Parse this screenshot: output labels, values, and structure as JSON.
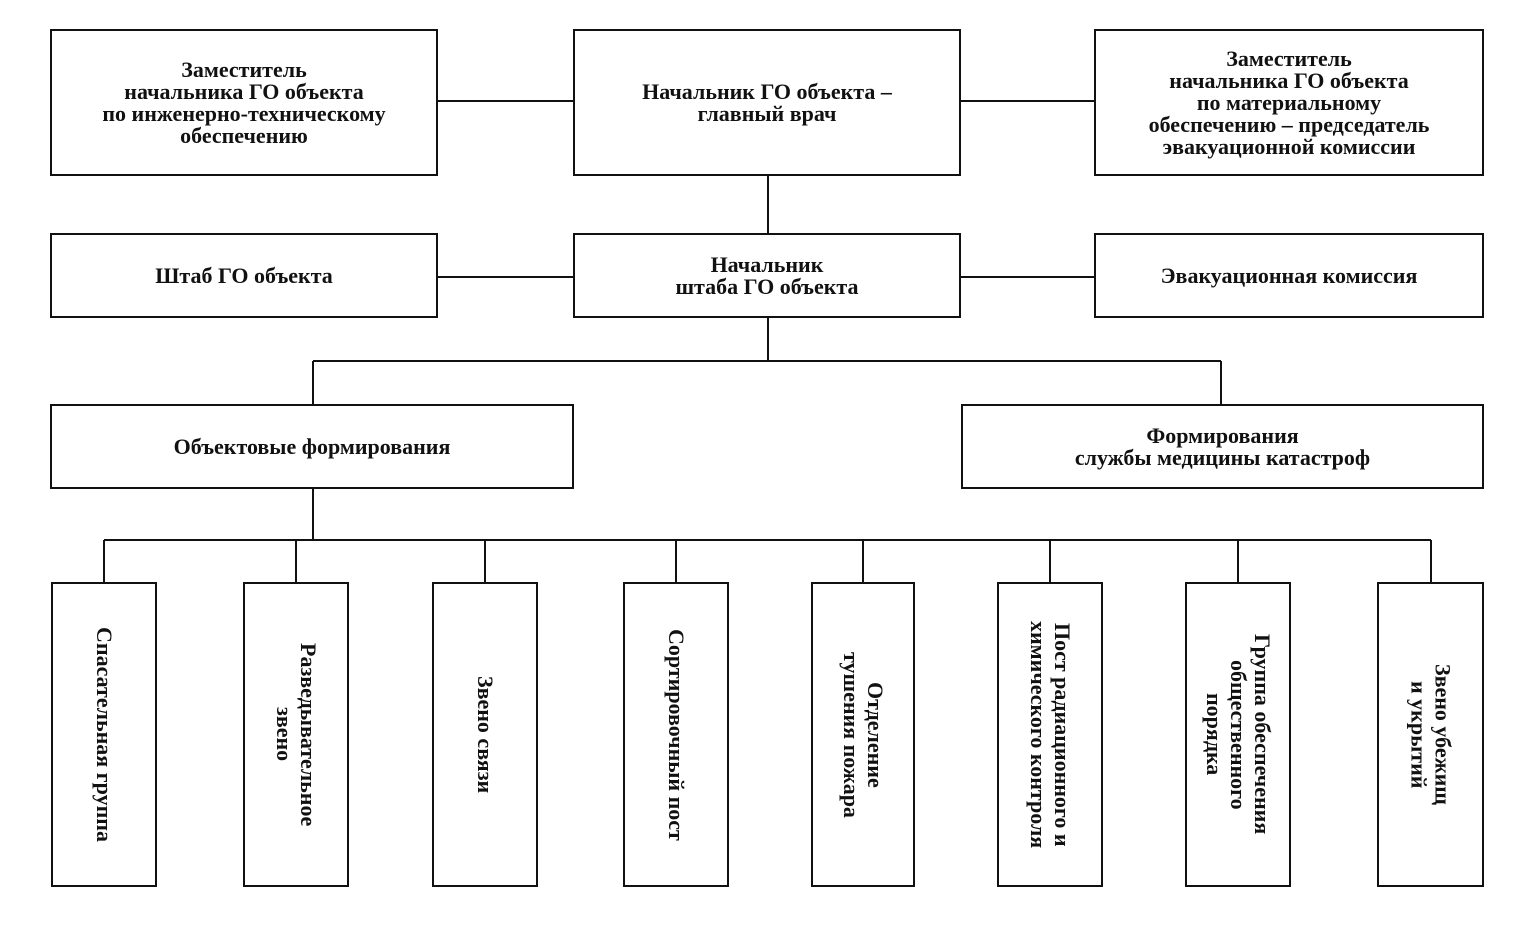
{
  "nodes": {
    "deputy_engineering": "Заместитель\nначальника ГО объекта\nпо инженерно-техническому\nобеспечению",
    "chief": "Начальник ГО объекта –\nглавный врач",
    "deputy_material": "Заместитель\nначальника ГО объекта\nпо материальному\nобеспечению – председатель\nэвакуационной комиссии",
    "hq": "Штаб ГО объекта",
    "chief_of_staff": "Начальник\nштаба ГО объекта",
    "evac_commission": "Эвакуационная комиссия",
    "object_formations": "Объектовые формирования",
    "medical_formations": "Формирования\nслужбы медицины катастроф",
    "units": [
      "Спасательная группа",
      "Разведывательное\nзвено",
      "Звено связи",
      "Сортировочный пост",
      "Отделение\nтушения пожара",
      "Пост радиационного и\nхимического контроля",
      "Группа обеспечения\nобщественного\nпорядка",
      "Звено убежищ\nи укрытий"
    ]
  }
}
